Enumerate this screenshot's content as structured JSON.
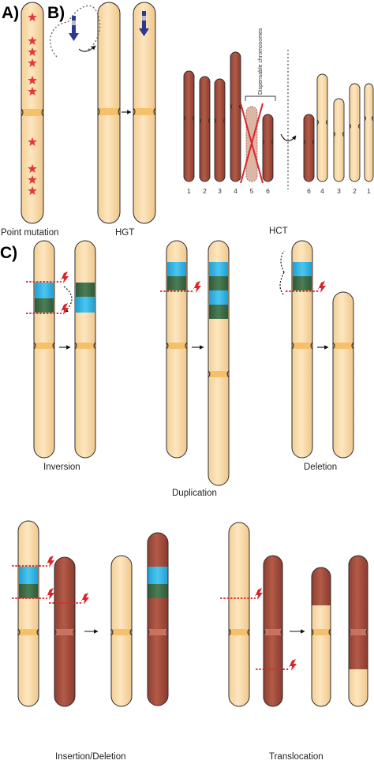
{
  "panels": {
    "a": "A)",
    "b": "B)",
    "c": "C)"
  },
  "captions": {
    "point_mutation": "Point mutation",
    "hgt": "HGT",
    "hct": "HCT",
    "inversion": "Inversion",
    "duplication": "Duplication",
    "deletion": "Deletion",
    "insertion_deletion": "Insertion/Deletion",
    "translocation": "Translocation"
  },
  "hct": {
    "bracket_label": "Dispensable chromosomes",
    "donor_numbers": [
      "1",
      "2",
      "3",
      "4",
      "5",
      "6"
    ],
    "recipient_numbers": [
      "6",
      "4",
      "3",
      "2",
      "1"
    ]
  },
  "colors": {
    "chromosome_fill": "#f9ddb0",
    "chromosome_stroke": "#2b2b2b",
    "donor_fill": "#a6503f",
    "segment_blue": "#2bb5e8",
    "segment_green": "#3c6b46",
    "star_red": "#e23a3a",
    "breakpoint_red": "#d9262c",
    "arrow_navy": "#2b3990",
    "centromere": "#f6c06a"
  },
  "icons": {
    "star": "star-icon",
    "breakpoint": "lightning-bolt-icon",
    "arrow": "arrow-right-icon"
  }
}
